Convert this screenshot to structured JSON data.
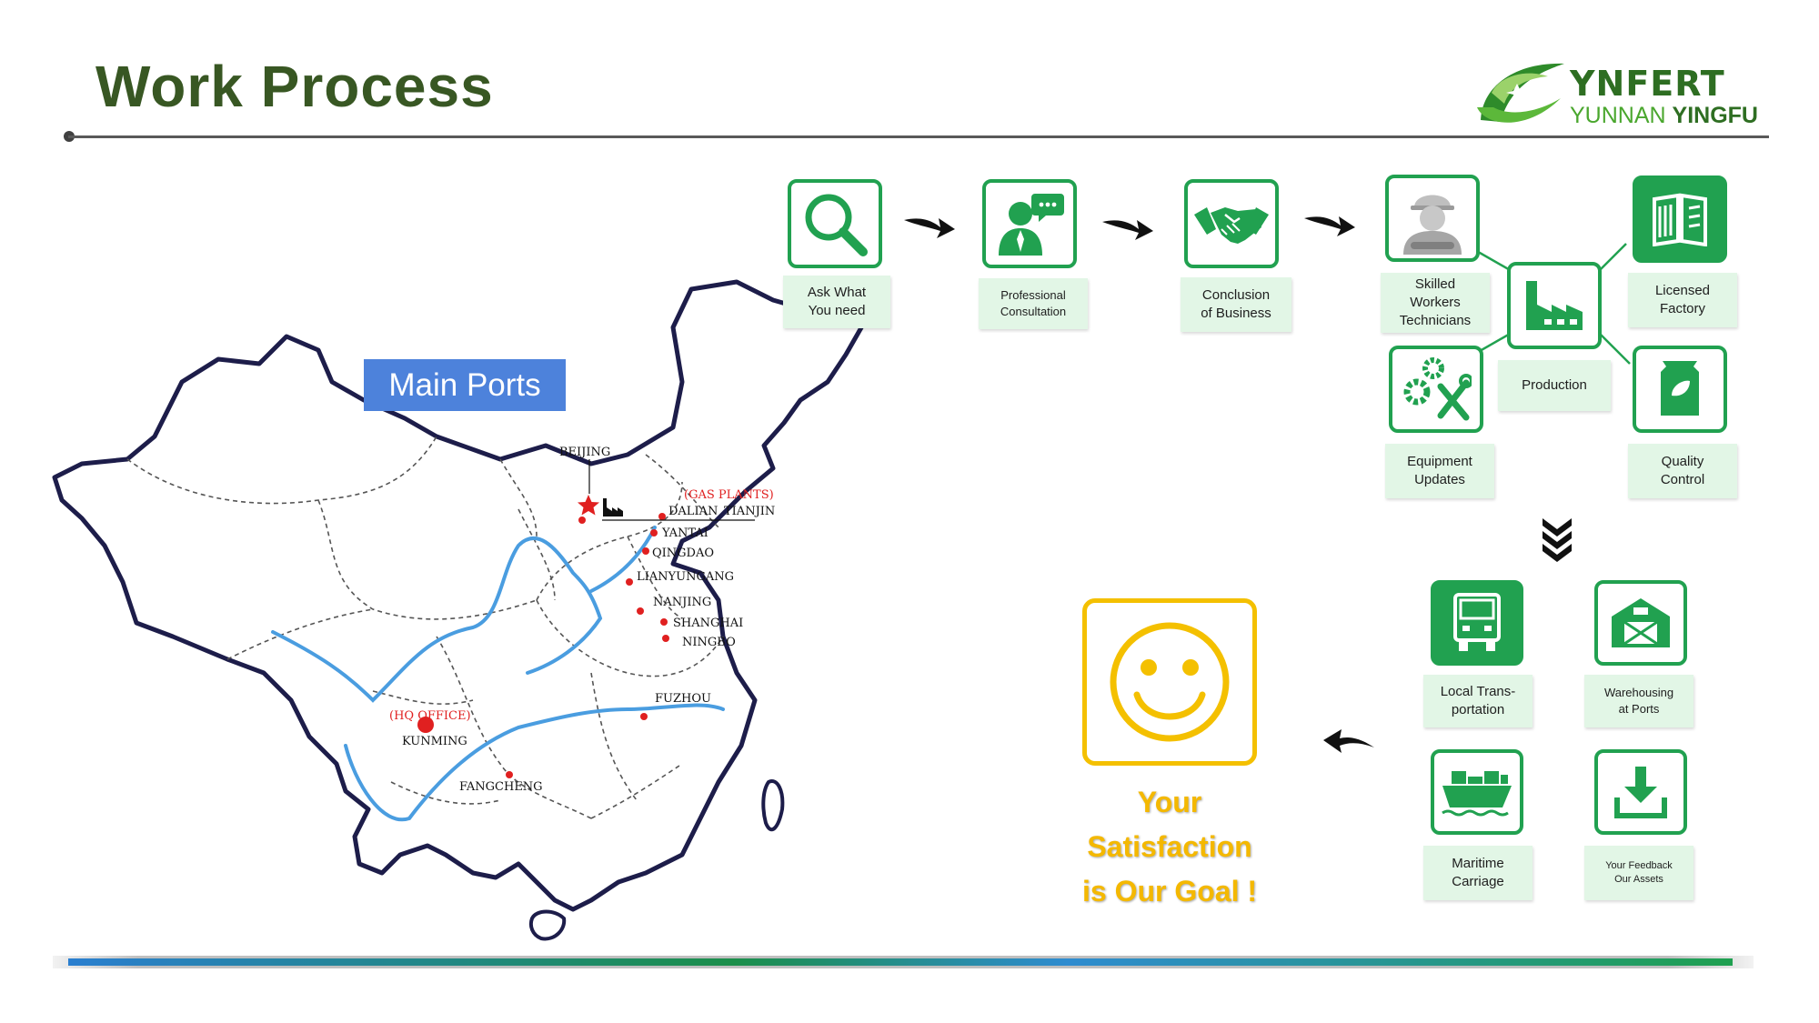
{
  "header": {
    "title": "Work Process",
    "logo_name": "YNFERT",
    "logo_sub_a": "YUNNAN",
    "logo_sub_b": "YINGFU"
  },
  "map": {
    "label": "Main Ports",
    "cities": {
      "beijing": "BEIJING",
      "gas_plants": "(GAS PLANTS)",
      "dalian": "DALIAN",
      "tianjin": "TIANJIN",
      "yantai": "YANTAI",
      "qingdao": "QINGDAO",
      "lianyungang": "LIANYUNGANG",
      "nanjing": "NANJING",
      "shanghai": "SHANGHAI",
      "ningbo": "NINGBO",
      "fuzhou": "FUZHOU",
      "hq_office": "(HQ OFFICE)",
      "kunming": "KUNMING",
      "fangcheng": "FANGCHENG"
    }
  },
  "steps": {
    "ask": [
      "Ask What",
      "You need"
    ],
    "consult": [
      "Professional",
      "Consultation"
    ],
    "conclusion": [
      "Conclusion",
      "of Business"
    ],
    "skilled": [
      "Skilled",
      "Workers",
      "Technicians"
    ],
    "licensed": [
      "Licensed",
      "Factory"
    ],
    "production": "Production",
    "equipment": [
      "Equipment",
      "Updates"
    ],
    "quality": [
      "Quality",
      "Control"
    ],
    "local": [
      "Local Trans-",
      "portation"
    ],
    "warehouse": [
      "Warehousing",
      "at Ports"
    ],
    "maritime": [
      "Maritime",
      "Carriage"
    ],
    "feedback": [
      "Your Feedback",
      "Our Assets"
    ]
  },
  "goal": [
    "Your",
    "Satisfaction",
    "is Our Goal !"
  ],
  "icons": {
    "ask": "magnifier-icon",
    "consult": "consultant-icon",
    "conclusion": "handshake-icon",
    "skilled": "worker-icon",
    "licensed": "license-book-icon",
    "production": "factory-icon",
    "equipment": "tools-icon",
    "quality": "fertilizer-bag-icon",
    "local": "truck-icon",
    "warehouse": "barn-icon",
    "maritime": "ship-icon",
    "feedback": "download-icon",
    "goal": "smiley-icon"
  },
  "colors": {
    "title": "#385723",
    "green": "#21a150",
    "label_bg": "#e2f6e6",
    "gold": "#f4c000",
    "ports_label": "#4d82db"
  }
}
